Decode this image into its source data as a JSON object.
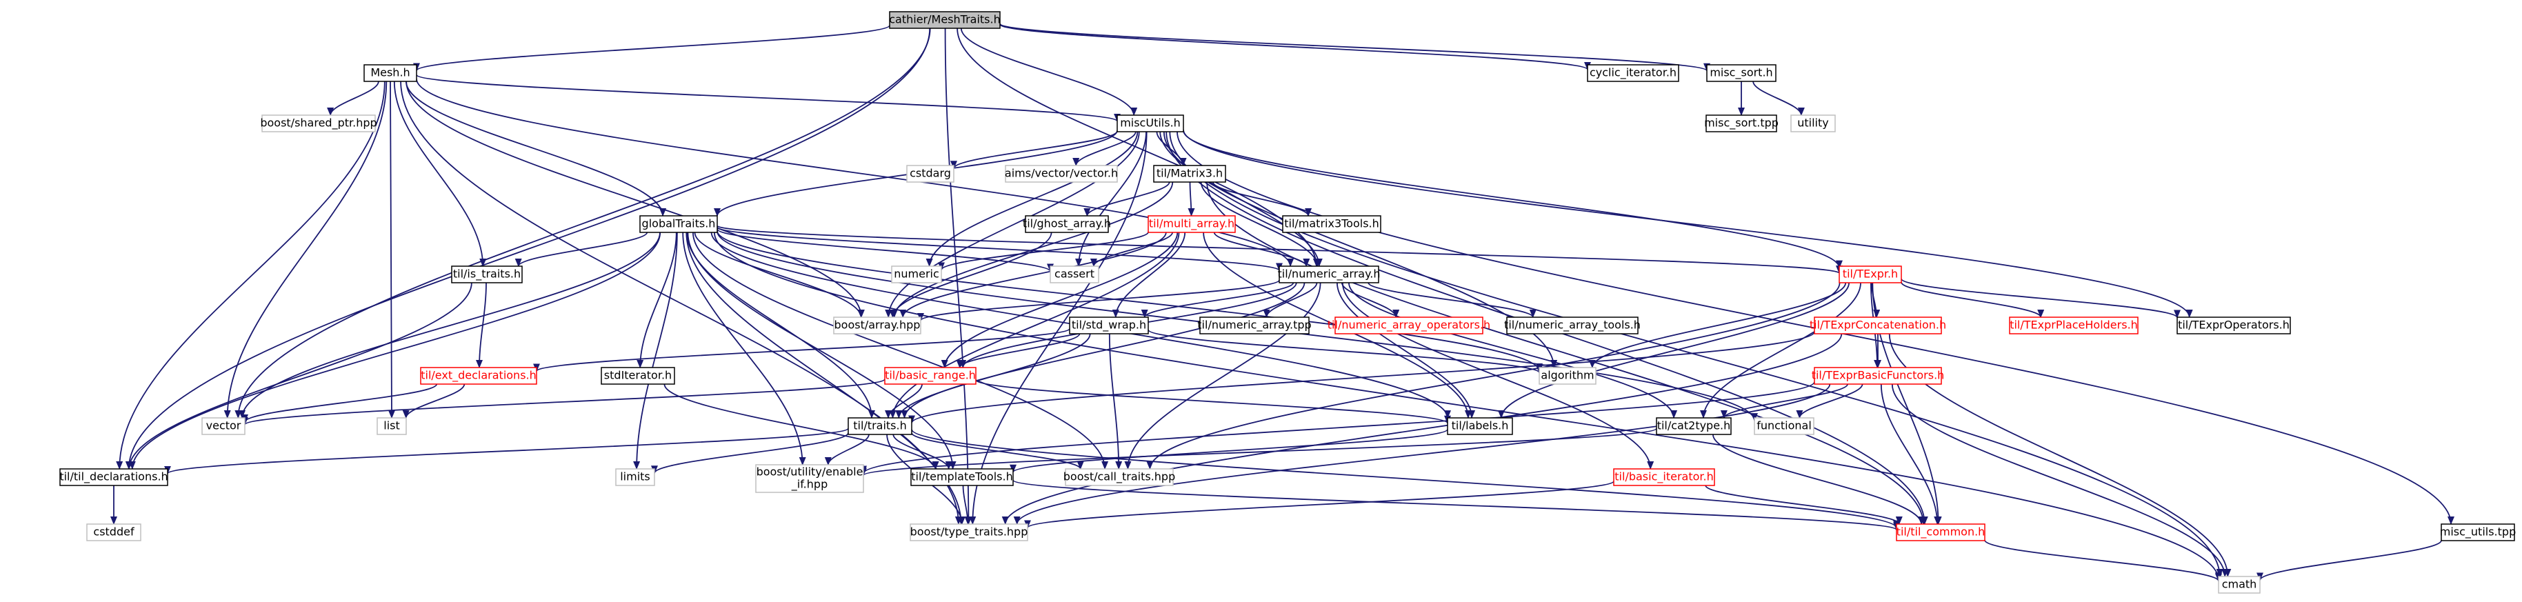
{
  "graph": {
    "colors": {
      "root_fill": "#bfbfbf",
      "node_border": "#000000",
      "missing_border": "#bfbfbf",
      "error_border": "#ff0000",
      "error_text": "#ff0000",
      "text": "#000000",
      "edge": "#191970"
    },
    "nodes": [
      {
        "id": "root",
        "label": "cathier/MeshTraits.h",
        "kind": "root"
      },
      {
        "id": "mesh",
        "label": "Mesh.h",
        "kind": "normal"
      },
      {
        "id": "cyclic",
        "label": "cyclic_iterator.h",
        "kind": "normal"
      },
      {
        "id": "miscsort",
        "label": "misc_sort.h",
        "kind": "normal"
      },
      {
        "id": "shared",
        "label": "boost/shared_ptr.hpp",
        "kind": "external"
      },
      {
        "id": "miscutils",
        "label": "miscUtils.h",
        "kind": "normal"
      },
      {
        "id": "miscsorttpp",
        "label": "misc_sort.tpp",
        "kind": "normal"
      },
      {
        "id": "utility",
        "label": "utility",
        "kind": "external"
      },
      {
        "id": "cstdarg",
        "label": "cstdarg",
        "kind": "external"
      },
      {
        "id": "aimsvector",
        "label": "aims/vector/vector.h",
        "kind": "external"
      },
      {
        "id": "matrix3",
        "label": "til/Matrix3.h",
        "kind": "normal"
      },
      {
        "id": "globaltraits",
        "label": "globalTraits.h",
        "kind": "normal"
      },
      {
        "id": "ghost",
        "label": "til/ghost_array.h",
        "kind": "normal"
      },
      {
        "id": "multiarray",
        "label": "til/multi_array.h",
        "kind": "error"
      },
      {
        "id": "matrix3tools",
        "label": "til/matrix3Tools.h",
        "kind": "normal"
      },
      {
        "id": "numeric",
        "label": "numeric",
        "kind": "external"
      },
      {
        "id": "cassert",
        "label": "cassert",
        "kind": "external"
      },
      {
        "id": "istraits",
        "label": "til/is_traits.h",
        "kind": "normal"
      },
      {
        "id": "numarray",
        "label": "til/numeric_array.h",
        "kind": "normal"
      },
      {
        "id": "texpr",
        "label": "til/TExpr.h",
        "kind": "error"
      },
      {
        "id": "boostarray",
        "label": "boost/array.hpp",
        "kind": "external"
      },
      {
        "id": "stdwrap",
        "label": "til/std_wrap.h",
        "kind": "normal"
      },
      {
        "id": "numarraytpp",
        "label": "til/numeric_array.tpp",
        "kind": "normal"
      },
      {
        "id": "numarrayops",
        "label": "til/numeric_array_operators.h",
        "kind": "error"
      },
      {
        "id": "numarraytools",
        "label": "til/numeric_array_tools.h",
        "kind": "normal"
      },
      {
        "id": "texprconcat",
        "label": "til/TExprConcatenation.h",
        "kind": "error"
      },
      {
        "id": "texprplace",
        "label": "til/TExprPlaceHolders.h",
        "kind": "error"
      },
      {
        "id": "texprops",
        "label": "til/TExprOperators.h",
        "kind": "normal"
      },
      {
        "id": "miscutilstpp",
        "label": "misc_utils.tpp",
        "kind": "normal"
      },
      {
        "id": "algorithm",
        "label": "algorithm",
        "kind": "external"
      },
      {
        "id": "extdecl",
        "label": "til/ext_declarations.h",
        "kind": "error"
      },
      {
        "id": "stditer",
        "label": "stdIterator.h",
        "kind": "normal"
      },
      {
        "id": "basicrange",
        "label": "til/basic_range.h",
        "kind": "error"
      },
      {
        "id": "texprbasic",
        "label": "til/TExprBasicFunctors.h",
        "kind": "error"
      },
      {
        "id": "vector",
        "label": "vector",
        "kind": "external"
      },
      {
        "id": "list",
        "label": "list",
        "kind": "external"
      },
      {
        "id": "labels",
        "label": "til/labels.h",
        "kind": "normal"
      },
      {
        "id": "functional",
        "label": "functional",
        "kind": "external"
      },
      {
        "id": "cat2type",
        "label": "til/cat2type.h",
        "kind": "normal"
      },
      {
        "id": "tiltraits",
        "label": "til/traits.h",
        "kind": "normal"
      },
      {
        "id": "tildecl",
        "label": "til/til_declarations.h",
        "kind": "normal"
      },
      {
        "id": "limits",
        "label": "limits",
        "kind": "external"
      },
      {
        "id": "enableif",
        "label": "boost/utility/enable\n_if.hpp",
        "kind": "external"
      },
      {
        "id": "tmpltools",
        "label": "til/templateTools.h",
        "kind": "normal"
      },
      {
        "id": "calltraits",
        "label": "boost/call_traits.hpp",
        "kind": "external"
      },
      {
        "id": "basiciter",
        "label": "til/basic_iterator.h",
        "kind": "error"
      },
      {
        "id": "cstddef",
        "label": "cstddef",
        "kind": "external"
      },
      {
        "id": "typetraits",
        "label": "boost/type_traits.hpp",
        "kind": "external"
      },
      {
        "id": "tilcommon",
        "label": "til/til_common.h",
        "kind": "error"
      },
      {
        "id": "cmath",
        "label": "cmath",
        "kind": "external"
      }
    ],
    "edges": [
      [
        "root",
        "mesh"
      ],
      [
        "root",
        "cyclic"
      ],
      [
        "root",
        "miscsort"
      ],
      [
        "root",
        "miscutils"
      ],
      [
        "root",
        "numarray"
      ],
      [
        "root",
        "tildecl"
      ],
      [
        "root",
        "vector"
      ],
      [
        "root",
        "typetraits"
      ],
      [
        "mesh",
        "shared"
      ],
      [
        "mesh",
        "miscutils"
      ],
      [
        "mesh",
        "globaltraits"
      ],
      [
        "mesh",
        "boostarray"
      ],
      [
        "mesh",
        "vector"
      ],
      [
        "mesh",
        "list"
      ],
      [
        "mesh",
        "tildecl"
      ],
      [
        "mesh",
        "numarray"
      ],
      [
        "mesh",
        "typetraits"
      ],
      [
        "mesh",
        "istraits"
      ],
      [
        "miscsort",
        "miscsorttpp"
      ],
      [
        "miscsort",
        "utility"
      ],
      [
        "miscutils",
        "cstdarg"
      ],
      [
        "miscutils",
        "aimsvector"
      ],
      [
        "miscutils",
        "matrix3"
      ],
      [
        "miscutils",
        "globaltraits"
      ],
      [
        "miscutils",
        "numeric"
      ],
      [
        "miscutils",
        "boostarray"
      ],
      [
        "miscutils",
        "cassert"
      ],
      [
        "miscutils",
        "texpr"
      ],
      [
        "miscutils",
        "texprops"
      ],
      [
        "miscutils",
        "miscutilstpp"
      ],
      [
        "miscutils",
        "cmath"
      ],
      [
        "miscutils",
        "tilcommon"
      ],
      [
        "miscutils",
        "typetraits"
      ],
      [
        "miscutils",
        "numarray"
      ],
      [
        "miscutils",
        "algorithm"
      ],
      [
        "matrix3",
        "ghost"
      ],
      [
        "matrix3",
        "multiarray"
      ],
      [
        "matrix3",
        "matrix3tools"
      ],
      [
        "matrix3",
        "numarray"
      ],
      [
        "matrix3",
        "boostarray"
      ],
      [
        "matrix3",
        "tilcommon"
      ],
      [
        "globaltraits",
        "istraits"
      ],
      [
        "globaltraits",
        "numarray"
      ],
      [
        "globaltraits",
        "texpr"
      ],
      [
        "globaltraits",
        "boostarray"
      ],
      [
        "globaltraits",
        "cassert"
      ],
      [
        "globaltraits",
        "vector"
      ],
      [
        "globaltraits",
        "stditer"
      ],
      [
        "globaltraits",
        "limits"
      ],
      [
        "globaltraits",
        "tiltraits"
      ],
      [
        "globaltraits",
        "tildecl"
      ],
      [
        "globaltraits",
        "tmpltools"
      ],
      [
        "globaltraits",
        "calltraits"
      ],
      [
        "globaltraits",
        "typetraits"
      ],
      [
        "globaltraits",
        "enableif"
      ],
      [
        "globaltraits",
        "functional"
      ],
      [
        "globaltraits",
        "algorithm"
      ],
      [
        "globaltraits",
        "labels"
      ],
      [
        "globaltraits",
        "cmath"
      ],
      [
        "ghost",
        "boostarray"
      ],
      [
        "multiarray",
        "numeric"
      ],
      [
        "multiarray",
        "cassert"
      ],
      [
        "multiarray",
        "numarray"
      ],
      [
        "multiarray",
        "boostarray"
      ],
      [
        "multiarray",
        "stdwrap"
      ],
      [
        "multiarray",
        "basicrange"
      ],
      [
        "multiarray",
        "tiltraits"
      ],
      [
        "multiarray",
        "labels"
      ],
      [
        "istraits",
        "extdecl"
      ],
      [
        "istraits",
        "tildecl"
      ],
      [
        "numarray",
        "boostarray"
      ],
      [
        "numarray",
        "numarraytpp"
      ],
      [
        "numarray",
        "numarrayops"
      ],
      [
        "numarray",
        "numarraytools"
      ],
      [
        "numarray",
        "stdwrap"
      ],
      [
        "numarray",
        "basicrange"
      ],
      [
        "numarray",
        "labels"
      ],
      [
        "numarray",
        "cat2type"
      ],
      [
        "numarray",
        "tiltraits"
      ],
      [
        "numarray",
        "calltraits"
      ],
      [
        "numarray",
        "basiciter"
      ],
      [
        "texpr",
        "texprconcat"
      ],
      [
        "texpr",
        "texprplace"
      ],
      [
        "texpr",
        "texprops"
      ],
      [
        "texpr",
        "texprbasic"
      ],
      [
        "texpr",
        "algorithm"
      ],
      [
        "texpr",
        "labels"
      ],
      [
        "texpr",
        "cat2type"
      ],
      [
        "texpr",
        "tilcommon"
      ],
      [
        "texpr",
        "calltraits"
      ],
      [
        "stdwrap",
        "algorithm"
      ],
      [
        "stdwrap",
        "extdecl"
      ],
      [
        "stdwrap",
        "basicrange"
      ],
      [
        "stdwrap",
        "tiltraits"
      ],
      [
        "stdwrap",
        "calltraits"
      ],
      [
        "texprconcat",
        "texprbasic"
      ],
      [
        "texprconcat",
        "tiltraits"
      ],
      [
        "texprconcat",
        "typetraits"
      ],
      [
        "texprconcat",
        "cmath"
      ],
      [
        "extdecl",
        "vector"
      ],
      [
        "extdecl",
        "list"
      ],
      [
        "stditer",
        "tmpltools"
      ],
      [
        "basicrange",
        "vector"
      ],
      [
        "basicrange",
        "tiltraits"
      ],
      [
        "basicrange",
        "labels"
      ],
      [
        "texprbasic",
        "functional"
      ],
      [
        "texprbasic",
        "cat2type"
      ],
      [
        "texprbasic",
        "enableif"
      ],
      [
        "texprbasic",
        "typetraits"
      ],
      [
        "texprbasic",
        "tilcommon"
      ],
      [
        "texprbasic",
        "cmath"
      ],
      [
        "labels",
        "tmpltools"
      ],
      [
        "cat2type",
        "tilcommon"
      ],
      [
        "cat2type",
        "enableif"
      ],
      [
        "tiltraits",
        "tildecl"
      ],
      [
        "tiltraits",
        "limits"
      ],
      [
        "tiltraits",
        "enableif"
      ],
      [
        "tiltraits",
        "tmpltools"
      ],
      [
        "tiltraits",
        "calltraits"
      ],
      [
        "tiltraits",
        "typetraits"
      ],
      [
        "tiltraits",
        "tilcommon"
      ],
      [
        "tildecl",
        "cstddef"
      ],
      [
        "tmpltools",
        "typetraits"
      ],
      [
        "tmpltools",
        "tilcommon"
      ],
      [
        "basiciter",
        "typetraits"
      ],
      [
        "basiciter",
        "tilcommon"
      ],
      [
        "tilcommon",
        "cmath"
      ],
      [
        "miscutilstpp",
        "cmath"
      ]
    ]
  }
}
